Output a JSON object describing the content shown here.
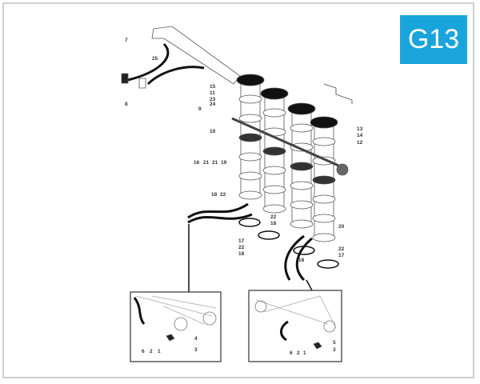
{
  "badge": {
    "text": "G13",
    "color": "#19a4dc"
  },
  "labels": [
    "7",
    "25",
    "8",
    "15",
    "11",
    "23",
    "24",
    "9",
    "10",
    "13",
    "14",
    "12",
    "16",
    "21",
    "21",
    "19",
    "18",
    "22",
    "22",
    "18",
    "17",
    "22",
    "18",
    "20",
    "22",
    "17",
    "18"
  ],
  "inset_left_labels": [
    "6",
    "2",
    "1",
    "4",
    "3"
  ],
  "inset_right_labels": [
    "6",
    "2",
    "1",
    "5",
    "3"
  ]
}
